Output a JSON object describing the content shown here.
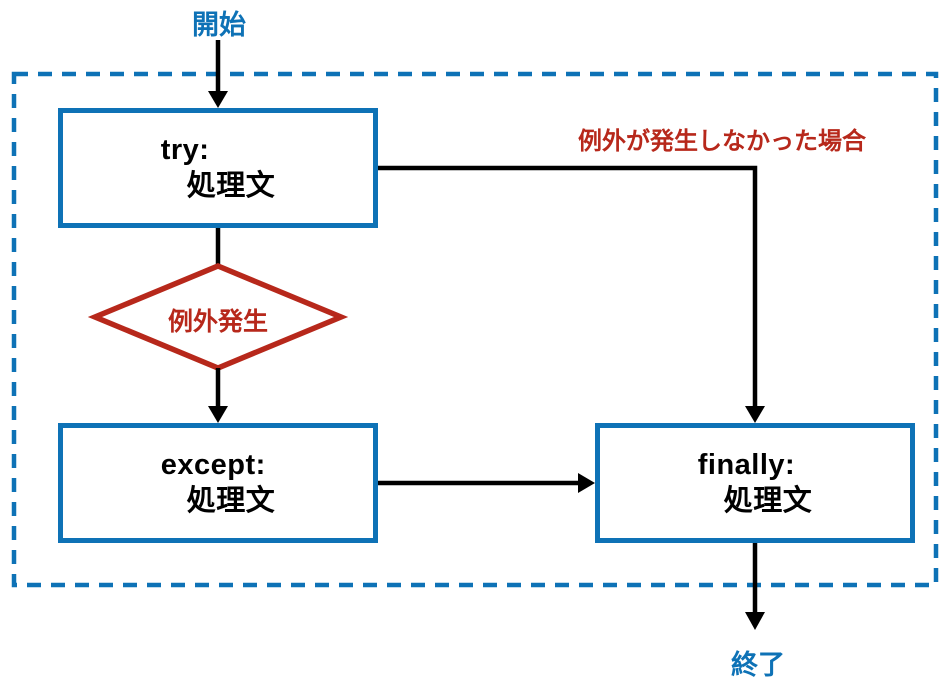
{
  "flowchart": {
    "start_label": "開始",
    "end_label": "終了",
    "nodes": {
      "try": {
        "keyword": "try:",
        "body": "処理文"
      },
      "except": {
        "keyword": "except:",
        "body": "処理文"
      },
      "finally": {
        "keyword": "finally:",
        "body": "処理文"
      }
    },
    "decision_label": "例外発生",
    "no_exception_label": "例外が発生しなかった場合",
    "colors": {
      "node_border_blue": "#0e72b6",
      "boundary_dashed_blue": "#0e72b6",
      "decision_red": "#b7281b",
      "edge_label_red": "#b7281b",
      "arrow_black": "#000000",
      "text_black": "#000000",
      "background": "#ffffff"
    }
  }
}
